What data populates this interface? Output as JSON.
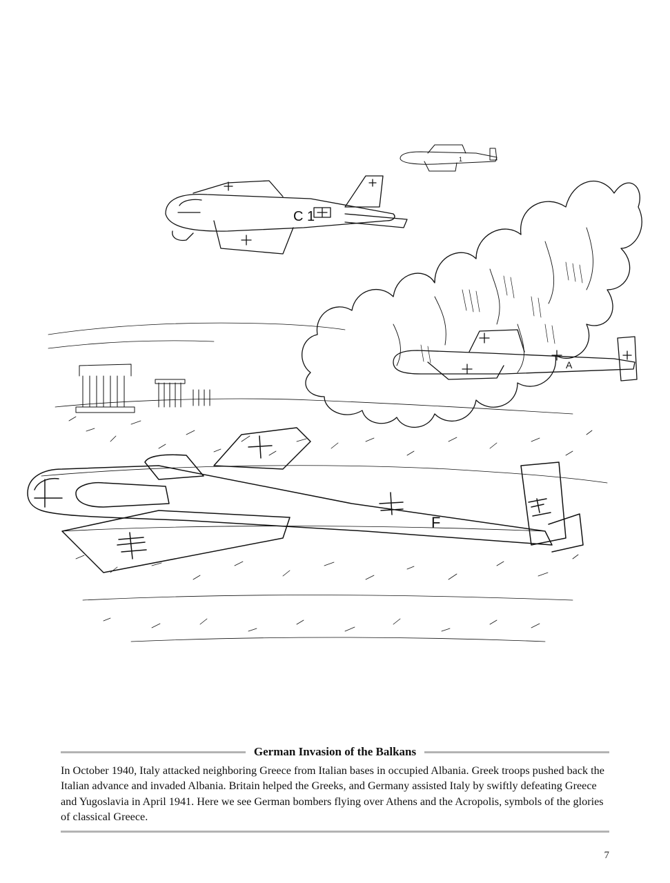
{
  "illustration": {
    "aircraft_markings": {
      "top_bomber": "C 1",
      "far_bomber": "1",
      "middle_bomber": "A",
      "front_bomber": "F"
    }
  },
  "caption": {
    "title": "German Invasion of the Balkans",
    "body": "In October 1940, Italy attacked neighboring Greece from Italian bases in occupied Albania. Greek troops pushed back the Italian advance and invaded Albania. Britain helped the Greeks, and Germany assisted Italy by swiftly defeating Greece and Yugoslavia in April 1941. Here we see German bombers flying over Athens and the Acropolis, symbols of the glories of classical Greece."
  },
  "page_number": "7"
}
